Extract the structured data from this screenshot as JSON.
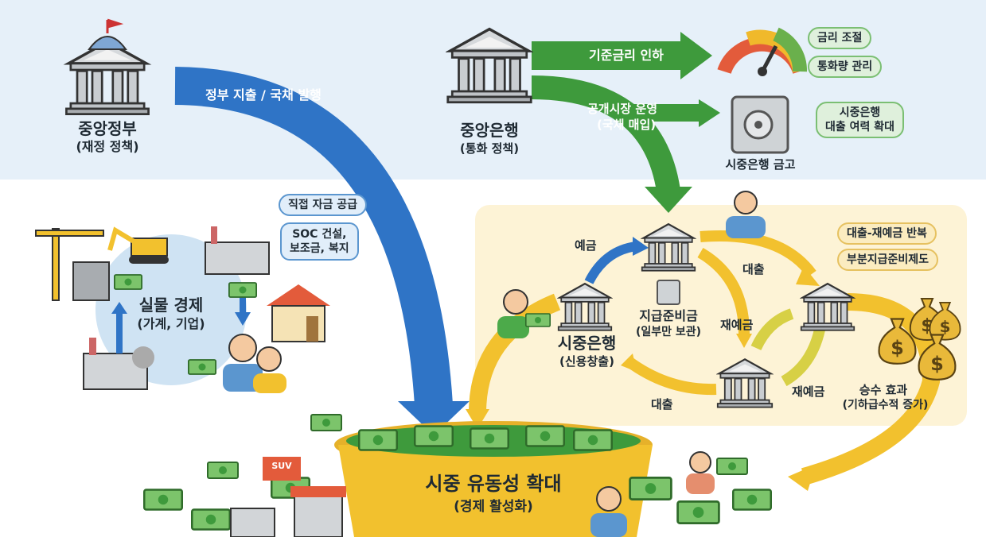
{
  "government": {
    "title": "중앙정부",
    "subtitle": "(재정 정책)",
    "flow_label": "정부 지출 / 국채 발행"
  },
  "central_bank": {
    "title": "중앙은행",
    "subtitle": "(통화 정책)",
    "rate_arrow_label": "기준금리 인하",
    "omo_label_line1": "공개시장 운영",
    "omo_label_line2": "(국채 매입)"
  },
  "rate_gauge": {
    "pills": [
      "금리 조절",
      "통화량 관리"
    ]
  },
  "vault": {
    "label": "시중은행 금고",
    "pill_line1": "시중은행",
    "pill_line2": "대출 여력 확대"
  },
  "real_economy": {
    "title": "실물 경제",
    "subtitle": "(가계, 기업)",
    "pill_top": "직접 자금 공급",
    "bubble_line1": "SOC 건설,",
    "bubble_line2": "보조금, 복지"
  },
  "credit_creation": {
    "bank_title": "시중은행",
    "bank_subtitle": "(신용창출)",
    "deposit": "예금",
    "reserve_title": "지급준비금",
    "reserve_subtitle": "(일부만 보관)",
    "loan_1": "대출",
    "redeposit_1": "재예금",
    "redeposit_2": "재예금",
    "loan_2": "대출",
    "multiplier_title": "승수 효과",
    "multiplier_subtitle": "(기하급수적 증가)",
    "pills": [
      "대출-재예금 반복",
      "부분지급준비제도"
    ]
  },
  "result": {
    "title": "시중 유동성 확대",
    "subtitle": "(경제 활성화)",
    "shop_sign": "SUV"
  },
  "colors": {
    "top_band": "#e6f0f9",
    "blue_arrow": "#2f74c6",
    "green_arrow": "#3e9a3c",
    "gold": "#f2c12e",
    "panel": "#fdf3d6"
  }
}
